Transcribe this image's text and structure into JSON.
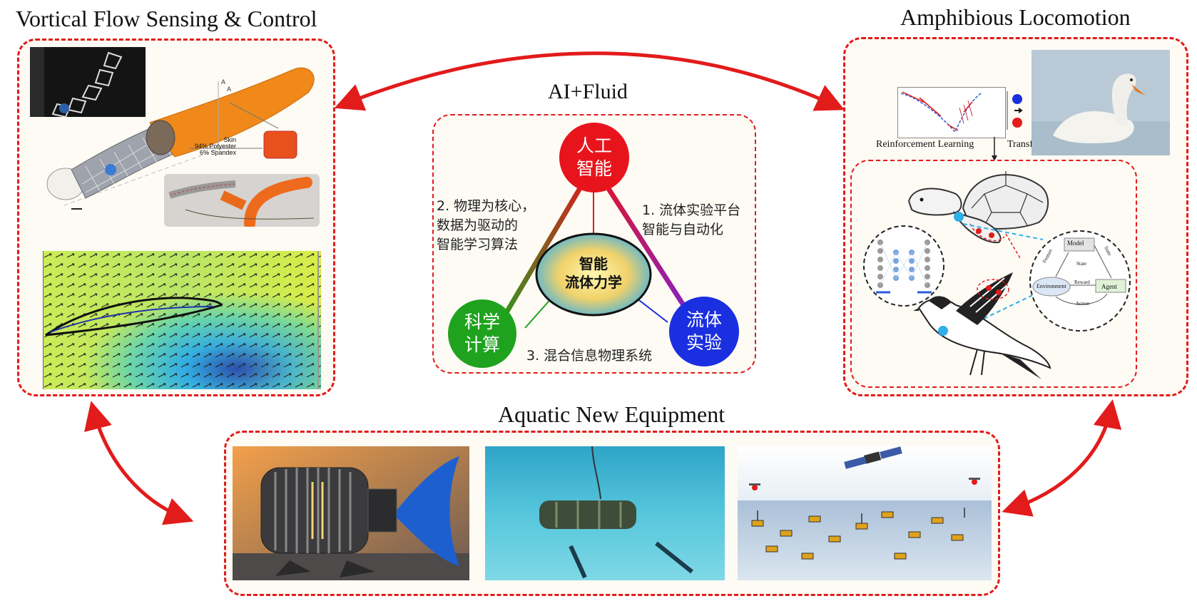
{
  "titles": {
    "top_left": "Vortical Flow Sensing & Control",
    "top_right": "Amphibious Locomotion",
    "center": "AI+Fluid",
    "bottom": "Aquatic New Equipment"
  },
  "snake_figure": {
    "skin_label": "Skin",
    "skin_material_1": "94% Polyester",
    "skin_material_2": "6% Spandex",
    "marker_a1": "A",
    "marker_a2": "A"
  },
  "rl_figure": {
    "reinforcement_learning": "Reinforcement Learning",
    "transfer_label": "Transf",
    "model": "Model",
    "environment": "Environment",
    "agent": "Agent",
    "state": "State",
    "reward": "Reward",
    "action": "Action",
    "feature": "Feature",
    "state_arc": "State"
  },
  "ai_fluid": {
    "top_circle": "人工\n智能",
    "left_circle": "科学\n计算",
    "right_circle": "流体\n实验",
    "center_ellipse": "智能\n流体力学",
    "note_right": "1. 流体实验平台\n智能与自动化",
    "note_left": "2. 物理为核心，\n数据为驱动的\n智能学习算法",
    "note_bottom": "3. 混合信息物理系统"
  },
  "colors": {
    "accent_red": "#e21b1b",
    "ai_red": "#e8141c",
    "science_green": "#1fa31f",
    "experiment_blue": "#1a2fe0"
  }
}
